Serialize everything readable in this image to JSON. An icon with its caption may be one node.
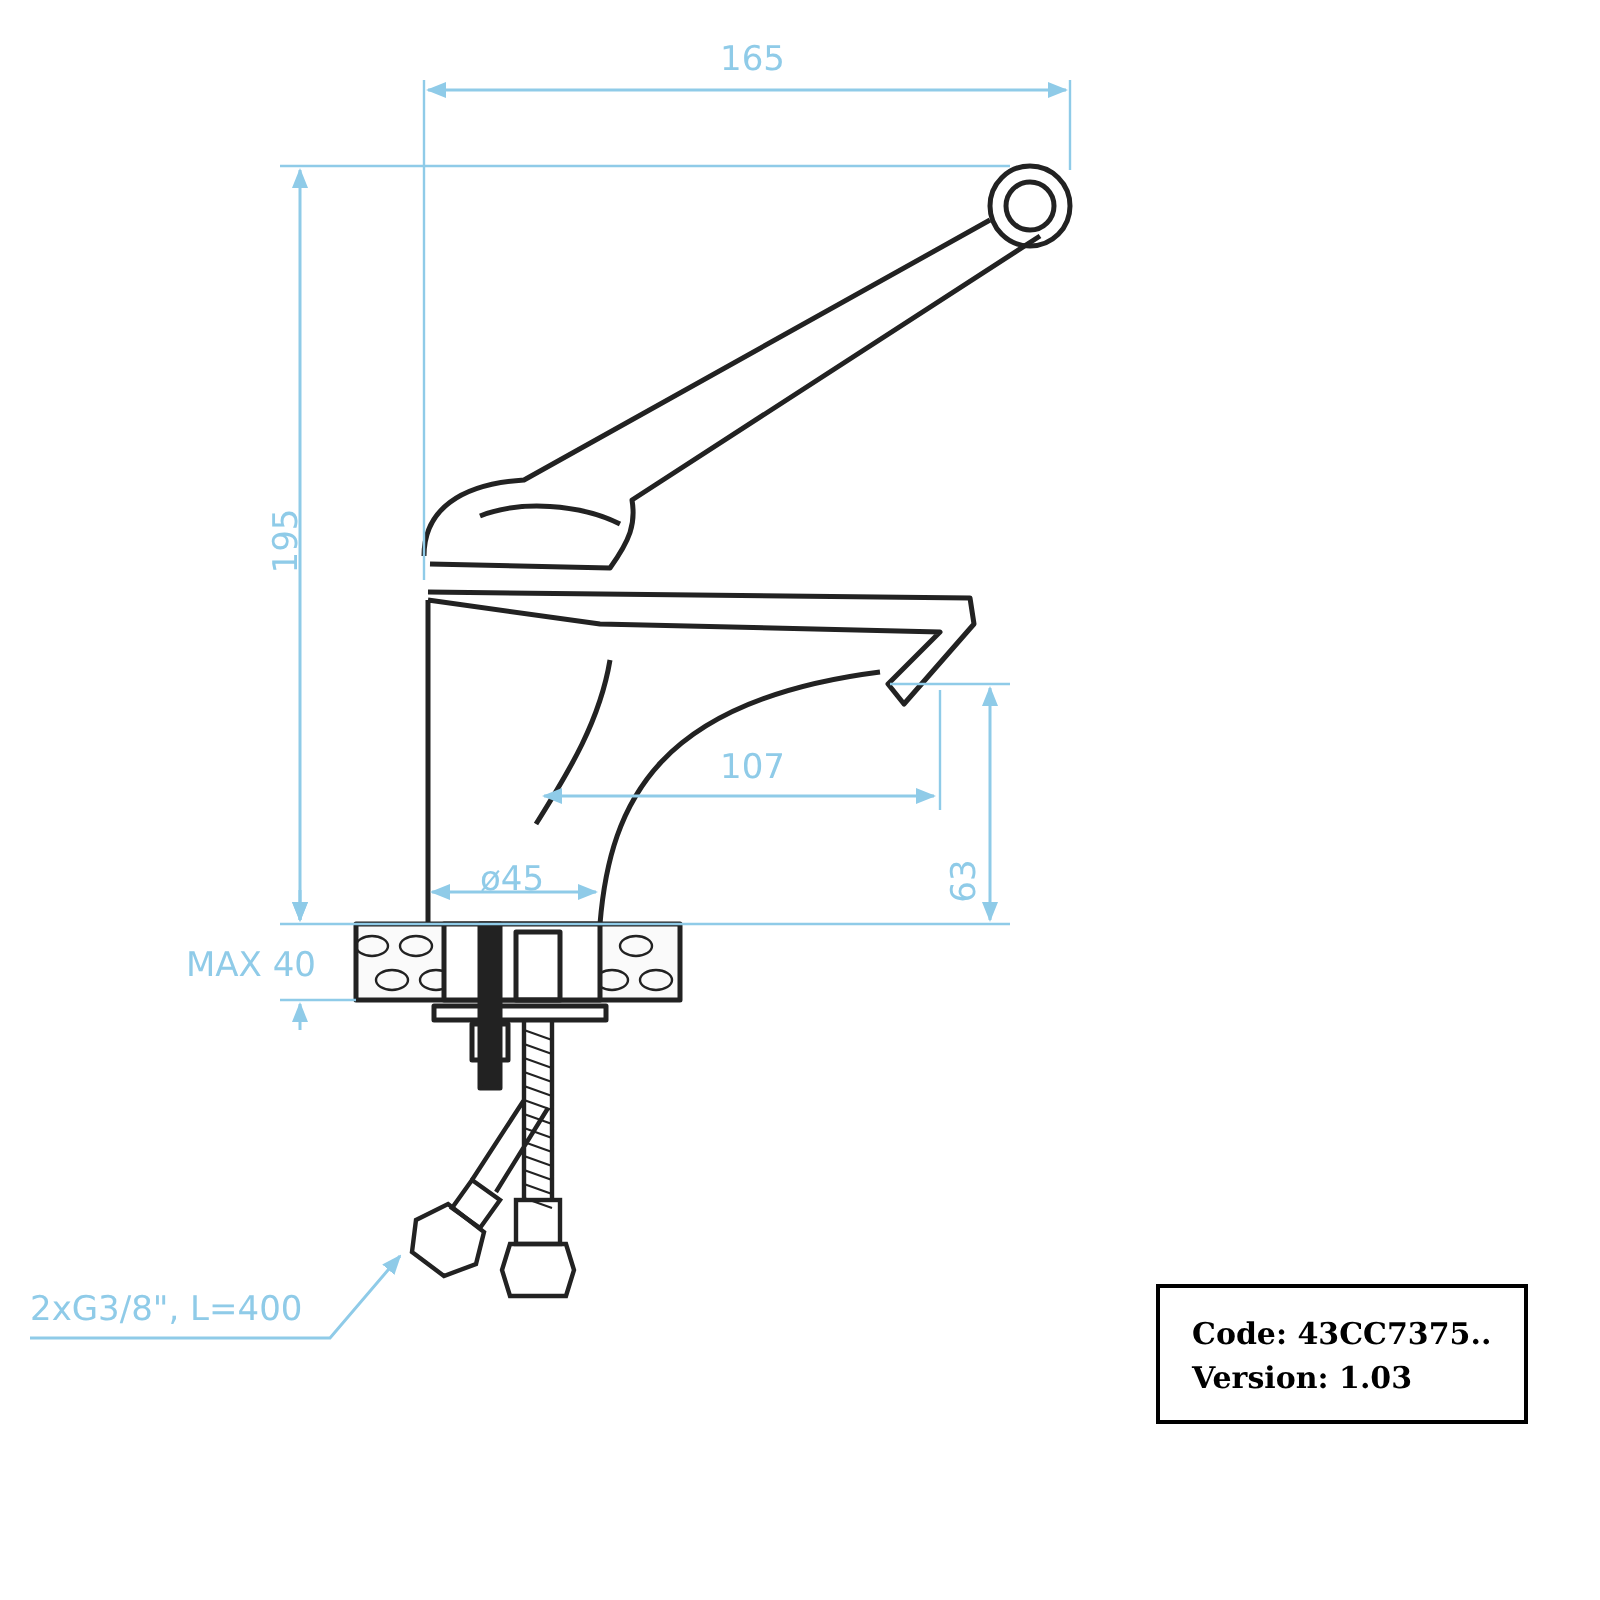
{
  "diagram": {
    "nodes": [
      {
        "text": [
          "2xG3/8\", L=400"
        ]
      },
      {
        "text": [],
        "shape": "picture"
      },
      {
        "text": [
          "Code: 43CC7375..",
          "Version: 1.03"
        ]
      }
    ],
    "edges": [
      {
        "from": 0,
        "to": 1,
        "arrow": "to"
      }
    ],
    "labels": [
      "165",
      "195",
      "107",
      "63",
      "ø45",
      "MAX 40"
    ]
  }
}
